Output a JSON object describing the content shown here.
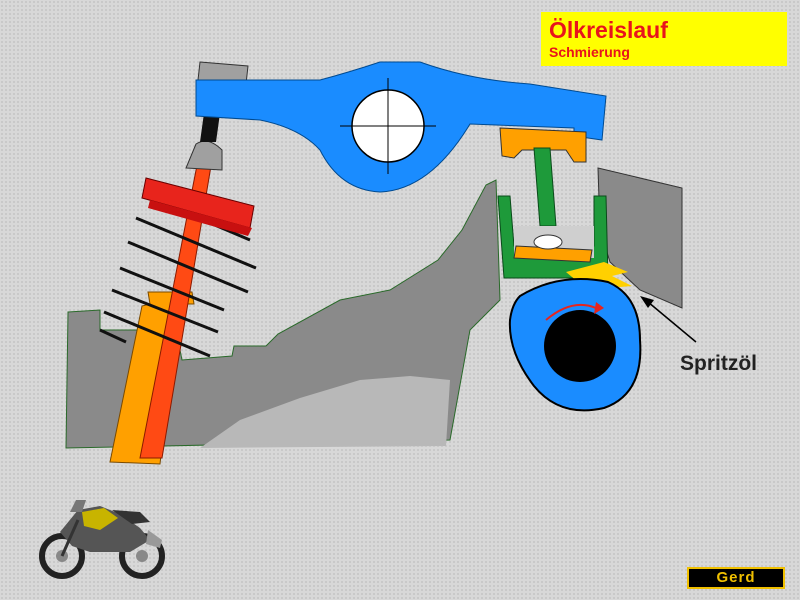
{
  "title": {
    "main": "Ölkreislauf",
    "subtitle": "Schmierung"
  },
  "labels": {
    "spray_oil": "Spritzöl"
  },
  "logo": {
    "text": "Gerd"
  },
  "colors": {
    "rocker": "#1a8cff",
    "spring_seat": "#e8241c",
    "valve_stem": "#ff4a14",
    "valve_guide": "#ffa000",
    "cylinder_head": "#8a8a8a",
    "tappet": "#1e9a3a",
    "pushrod": "#1e9a3a",
    "cam": "#1a8cff",
    "oil_spray": "#ffd000",
    "title_background": "#ffff00",
    "title_text": "#e8141c"
  }
}
